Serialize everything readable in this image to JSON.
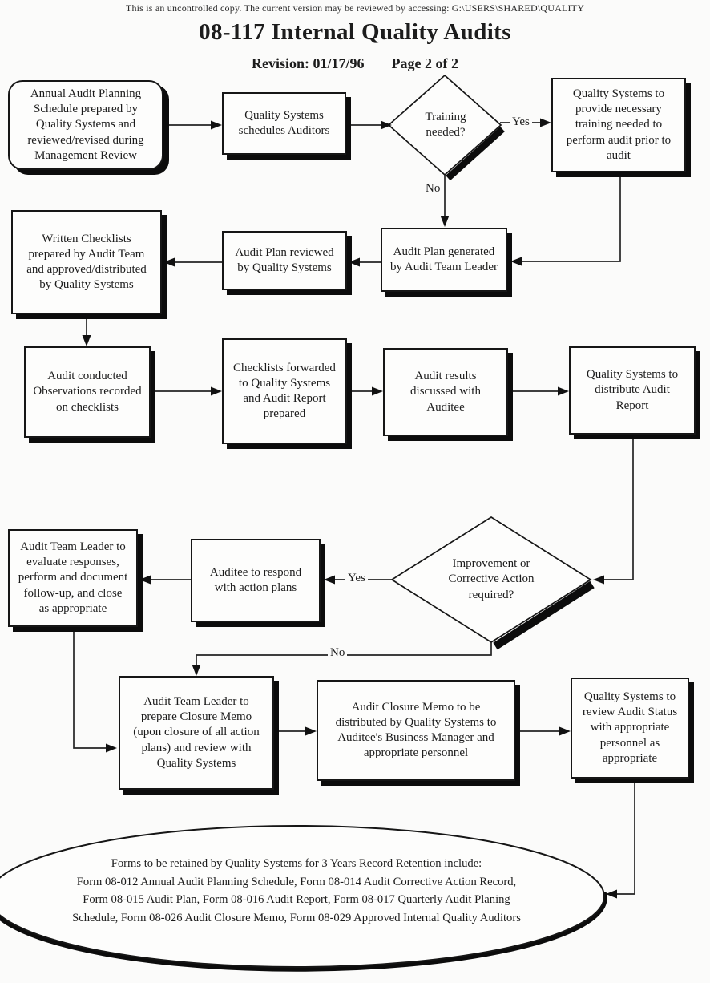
{
  "header": {
    "disclaimer": "This is an uncontrolled copy.  The current version may be reviewed by accessing:  G:\\USERS\\SHARED\\QUALITY",
    "title": "08-117 Internal Quality Audits",
    "revision_label": "Revision:  01/17/96",
    "page_label": "Page 2 of 2"
  },
  "colors": {
    "ink": "#1c1c1c",
    "paper": "#fbfbfa"
  },
  "flowchart": {
    "nodes": {
      "start": "Annual Audit Planning\nSchedule prepared by\nQuality Systems and\nreviewed/revised during\nManagement Review",
      "schedule_auditors": "Quality Systems\nschedules Auditors",
      "training_needed": "Training\nneeded?",
      "provide_training": "Quality Systems to\nprovide necessary\ntraining needed to\nperform audit prior to\naudit",
      "plan_generated": "Audit Plan generated\nby Audit Team Leader",
      "plan_reviewed": "Audit Plan reviewed\nby Quality Systems",
      "written_checklists": "Written Checklists\nprepared by Audit Team\nand approved/distributed\nby Quality Systems",
      "audit_conducted": "Audit conducted\nObservations recorded\non checklists",
      "checklists_forwarded": "Checklists forwarded\nto Quality Systems\nand Audit Report\nprepared",
      "results_discussed": "Audit results\ndiscussed with\nAuditee",
      "distribute_report": "Quality Systems to\ndistribute Audit\nReport",
      "improvement_required": "Improvement or\nCorrective Action\nrequired?",
      "respond_action_plans": "Auditee to respond\nwith action plans",
      "evaluate_responses": "Audit Team Leader to\nevaluate responses,\nperform and document\nfollow-up, and close\nas appropriate",
      "closure_memo": "Audit Team Leader to\nprepare Closure Memo\n(upon closure of all action\nplans) and review with\nQuality Systems",
      "closure_distributed": "Audit Closure Memo to be\ndistributed by Quality Systems to\nAuditee's Business Manager and\nappropriate personnel",
      "review_status": "Quality Systems to\nreview Audit Status\nwith appropriate\npersonnel as\nappropriate",
      "records_retention": "Forms to be retained by Quality Systems for 3 Years Record Retention include:\nForm 08-012 Annual Audit Planning Schedule, Form 08-014 Audit Corrective Action Record,\nForm 08-015 Audit Plan, Form 08-016 Audit Report, Form 08-017 Quarterly Audit Planing\nSchedule, Form 08-026 Audit Closure Memo, Form 08-029 Approved Internal Quality Auditors"
    },
    "labels": {
      "yes1": "Yes",
      "no1": "No",
      "yes2": "Yes",
      "no2": "No"
    }
  }
}
